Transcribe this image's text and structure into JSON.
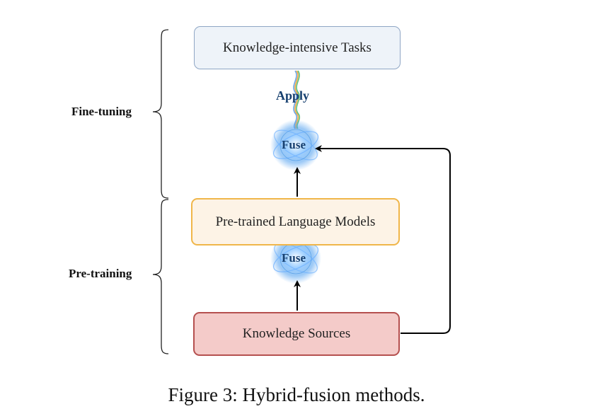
{
  "stages": {
    "fine_tuning": "Fine-tuning",
    "pre_training": "Pre-training"
  },
  "boxes": {
    "tasks": "Knowledge-intensive Tasks",
    "plm": "Pre-trained Language Models",
    "sources": "Knowledge Sources"
  },
  "operations": {
    "apply": "Apply",
    "fuse_top": "Fuse",
    "fuse_bottom": "Fuse"
  },
  "caption": "Figure 3: Hybrid-fusion methods.",
  "colors": {
    "tasks_border": "#8fa6c5",
    "tasks_fill": "#eef3f9",
    "plm_border": "#f0b64a",
    "plm_fill": "#fdf3e6",
    "sources_border": "#b5504f",
    "sources_fill": "#f4cbc9",
    "op_text": "#17406f",
    "fuse_glow": "#5aa9ff"
  }
}
